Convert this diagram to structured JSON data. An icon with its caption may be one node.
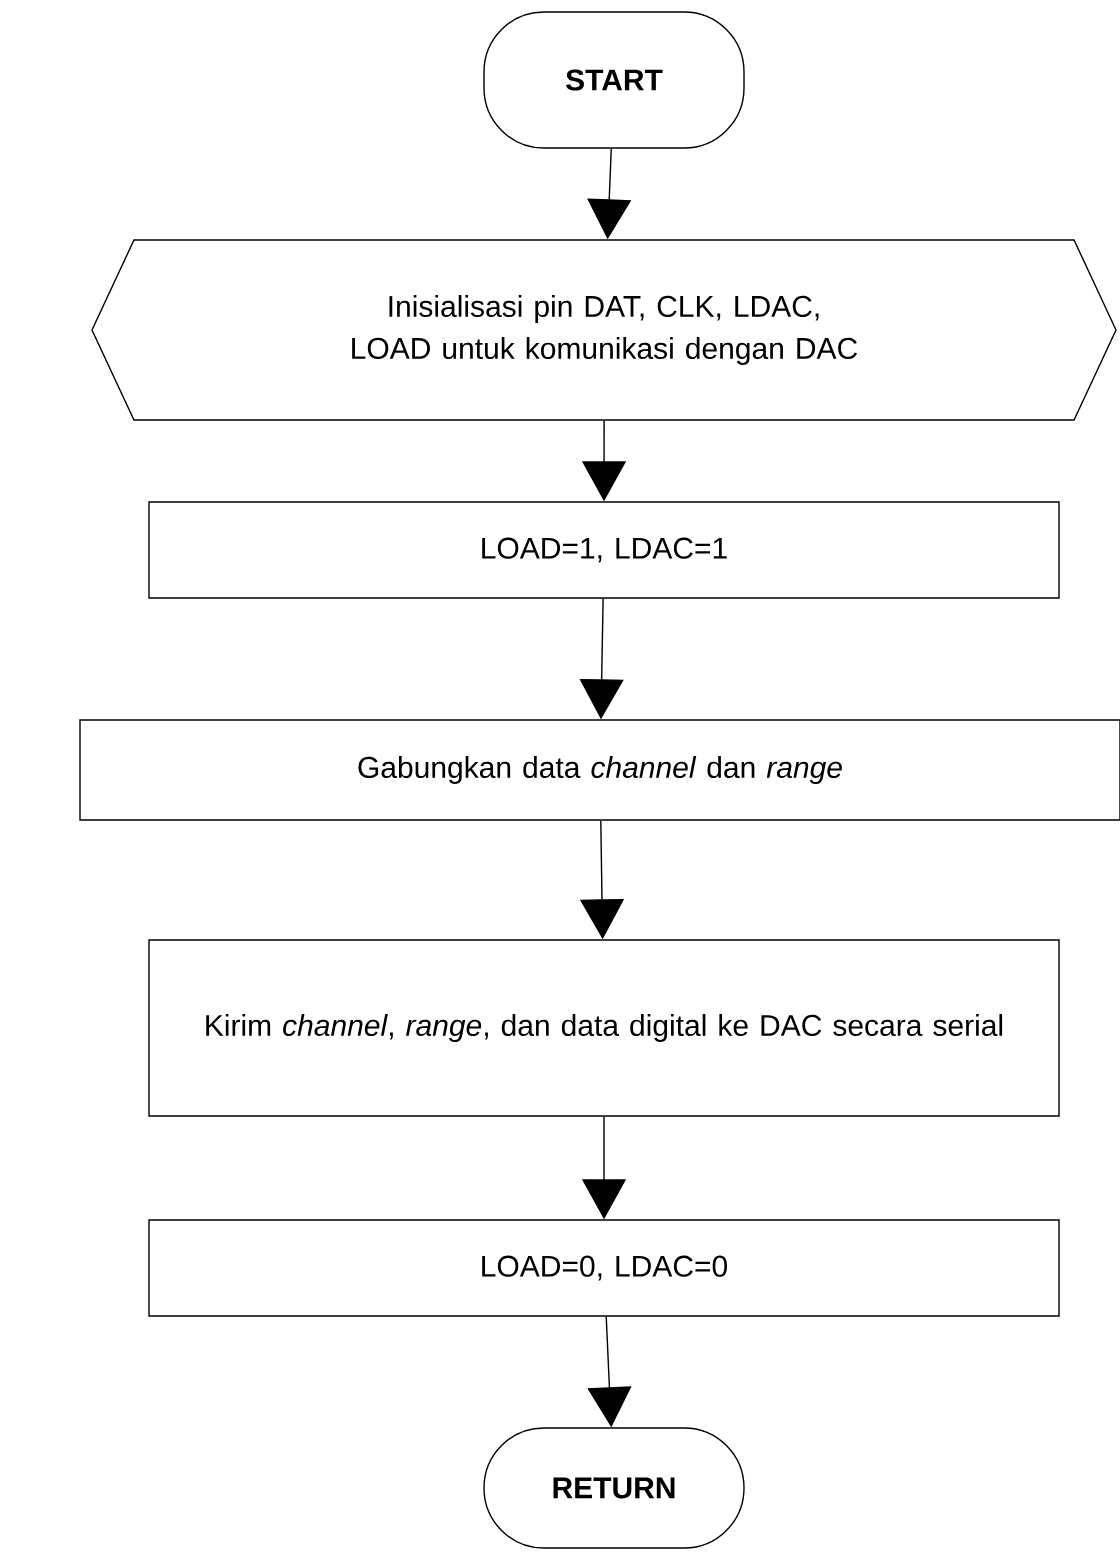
{
  "diagram": {
    "nodes": [
      {
        "text": [
          "START"
        ]
      },
      {
        "text": [
          "Inisialisasi pin DAT, CLK, LDAC, LOAD untuk komunikasi dengan DAC"
        ]
      },
      {
        "text": [
          "LOAD=1, LDAC=1"
        ]
      },
      {
        "text": [
          "Gabungkan data *channel* dan *range*"
        ]
      },
      {
        "text": [
          "Kirim *channel*, *range*, dan data digital ke DAC secara serial"
        ]
      },
      {
        "text": [
          "LOAD=0, LDAC=0"
        ]
      },
      {
        "text": [
          "RETURN"
        ]
      }
    ],
    "edges": [
      {
        "from": 0,
        "to": 1,
        "arrow": "to"
      },
      {
        "from": 1,
        "to": 2,
        "arrow": "to"
      },
      {
        "from": 2,
        "to": 3,
        "arrow": "to"
      },
      {
        "from": 3,
        "to": 4,
        "arrow": "to"
      },
      {
        "from": 4,
        "to": 5,
        "arrow": "to"
      },
      {
        "from": 5,
        "to": 6,
        "arrow": "to"
      }
    ]
  }
}
